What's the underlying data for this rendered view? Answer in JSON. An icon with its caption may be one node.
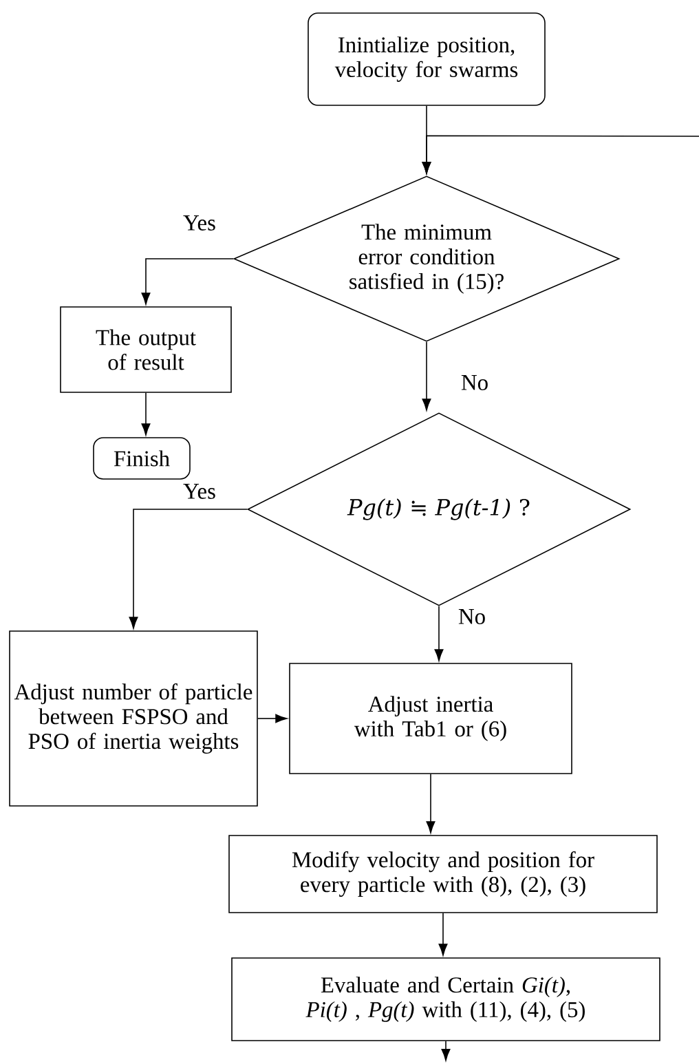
{
  "diagram": {
    "nodes": [
      {
        "text": [
          "Inintialize position, velocity for swarms"
        ]
      },
      {
        "text": [
          "The minimum error condition satisfied in (15)?"
        ]
      },
      {
        "text": [
          "The output of result"
        ]
      },
      {
        "text": [
          "Finish"
        ]
      },
      {
        "text": [
          "*Pg(t)* ≒ *Pg(t-1)* ?"
        ]
      },
      {
        "text": [
          "Adjust number of particle between FSPSO and PSO of inertia weights"
        ]
      },
      {
        "text": [
          "Adjust inertia with Tab1 or (6)"
        ]
      },
      {
        "text": [
          "Modify velocity and position for every particle with (8), (2), (3)"
        ]
      },
      {
        "text": [
          "Evaluate and Certain *Gi(t)*, *Pi(t)* , *Pg(t)* with (11), (4), (5)"
        ]
      }
    ],
    "edges": [
      {
        "from": 0,
        "to": 1,
        "arrow": "to"
      },
      {
        "from": null,
        "to": 1,
        "arrow": "to"
      },
      {
        "from": 1,
        "to": 2,
        "arrow": "to",
        "label": "Yes"
      },
      {
        "from": 2,
        "to": 3,
        "arrow": "to"
      },
      {
        "from": 1,
        "to": 4,
        "arrow": "to",
        "label": "No"
      },
      {
        "from": 4,
        "to": 5,
        "arrow": "to",
        "label": "Yes"
      },
      {
        "from": 4,
        "to": 6,
        "arrow": "to",
        "label": "No"
      },
      {
        "from": 5,
        "to": 6,
        "arrow": "to"
      },
      {
        "from": 6,
        "to": 7,
        "arrow": "to"
      },
      {
        "from": 7,
        "to": 8,
        "arrow": "to"
      },
      {
        "from": 8,
        "to": null,
        "arrow": "to"
      }
    ]
  }
}
